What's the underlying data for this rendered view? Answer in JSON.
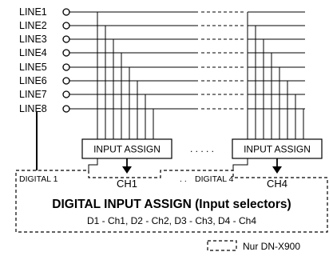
{
  "inputs": [
    "LINE1",
    "LINE2",
    "LINE3",
    "LINE4",
    "LINE5",
    "LINE6",
    "LINE7",
    "LINE8"
  ],
  "assign_boxes": [
    "INPUT ASSIGN",
    "INPUT ASSIGN"
  ],
  "ellipsis": ". . . . .",
  "channels": [
    "CH1",
    "CH4"
  ],
  "digital_inputs": [
    "DIGITAL 1",
    "DIGITAL 4"
  ],
  "digital_dots": ". .",
  "title": "DIGITAL INPUT ASSIGN (Input selectors)",
  "assignment": "D1 - Ch1, D2 - Ch2, D3 - Ch3, D4 - Ch4",
  "legend": "Nur DN-X900"
}
